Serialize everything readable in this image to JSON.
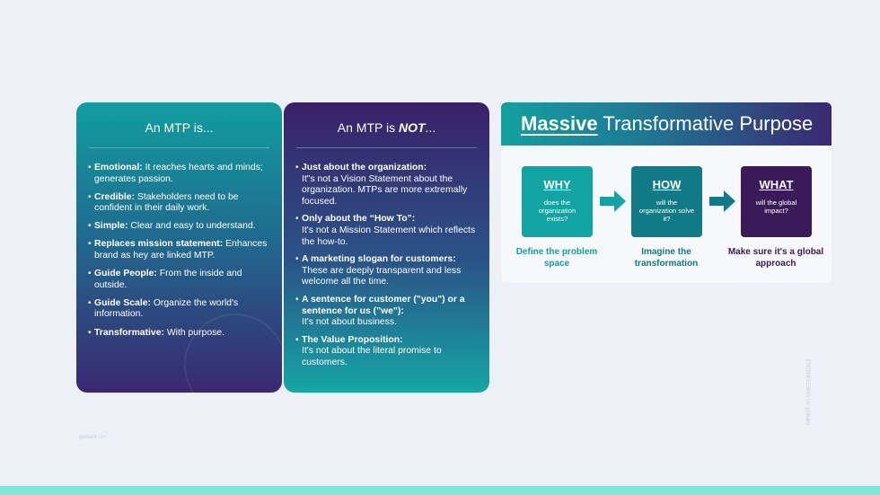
{
  "card_is": {
    "title": "An MTP is...",
    "items": [
      {
        "bold": "Emotional:",
        "text": " It reaches hearts and minds; generates passion."
      },
      {
        "bold": "Credible:",
        "text": " Stakeholders need to be confident in their daily work."
      },
      {
        "bold": "Simple:",
        "text": " Clear and easy to understand."
      },
      {
        "bold": "Replaces mission statement:",
        "text": " Enhances brand as hey are linked MTP."
      },
      {
        "bold": "Guide People:",
        "text": " From the inside and outside."
      },
      {
        "bold": "Guide Scale:",
        "text": " Organize the world's information."
      },
      {
        "bold": "Transformative:",
        "text": " With purpose."
      }
    ]
  },
  "card_not": {
    "title_prefix": "An MTP is ",
    "title_emphasis": "NOT",
    "title_suffix": "...",
    "items": [
      {
        "head": "Just about the organization:",
        "text": "It\"s not a Vision Statement about the organization. MTPs are more extremally focused."
      },
      {
        "head": "Only about the “How To”:",
        "text": "It's not a Mission Statement which reflects the how-to."
      },
      {
        "head": "A marketing slogan for customers:",
        "text": "These are deeply transparent and less welcome all the time."
      },
      {
        "head": "A sentence for customer (\"you\") or a sentence for us (\"we\"):",
        "text": "It's not about business."
      },
      {
        "head": "The Value Proposition:",
        "text": "It's not about the literal promise to customers."
      }
    ]
  },
  "mtp": {
    "title_strong": "Massive",
    "title_rest": " Transformative Purpose",
    "boxes": [
      {
        "head": "WHY",
        "sub": "does the organization exists?",
        "caption": "Define the problem space"
      },
      {
        "head": "HOW",
        "sub": "will the organization solve it?",
        "caption": "Imagine the transformation"
      },
      {
        "head": "WHAT",
        "sub": "will the global impact?",
        "caption": "Make sure it's a global approach"
      }
    ]
  },
  "footer": {
    "left": "globant U>",
    "right": "ENGINEERING U> globant"
  },
  "colors": {
    "teal": "#12a3a4",
    "dark_teal": "#107a86",
    "purple": "#3b1a5a",
    "bottom_bar": "#7ee8d6"
  }
}
